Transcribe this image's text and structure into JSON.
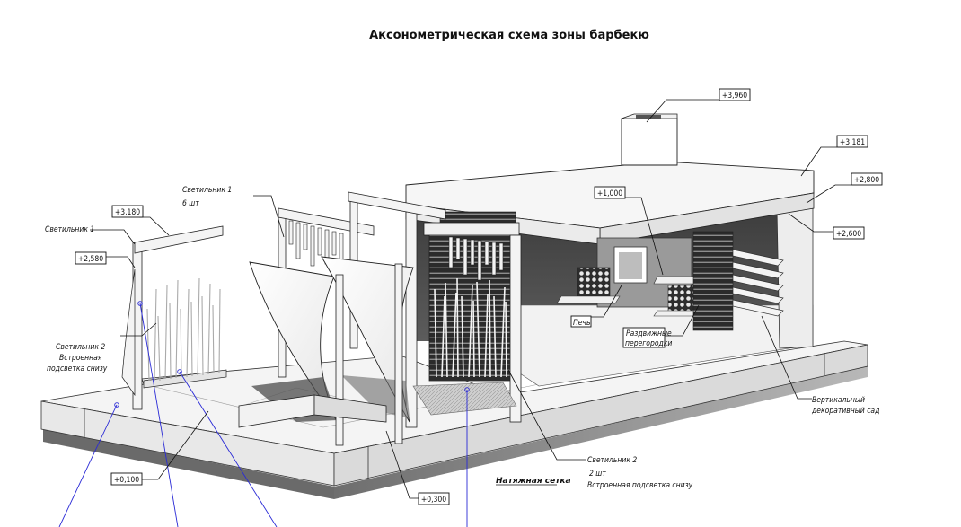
{
  "title": "Аксонометрическая схема зоны барбекю",
  "level_marks": {
    "m3960": "+3,960",
    "m3181": "+3,181",
    "m2800": "+2,800",
    "m2600": "+2,600",
    "m1000": "+1,000",
    "m3180": "+3,180",
    "m2580": "+2,580",
    "m0100": "+0,100",
    "m0300": "+0,300"
  },
  "labels": {
    "lamp1_left": "Светильник 1",
    "lamp1_top": "Светильник 1",
    "lamp1_top_qty": "6 шт",
    "lamp2_left_l1": "Светильник 2",
    "lamp2_left_l2": "Встроенная",
    "lamp2_left_l3": "подсветка снизу",
    "stove": "Печь",
    "partitions_l1": "Раздвижные",
    "partitions_l2": "перегородки",
    "vgarden_l1": "Вертикальный",
    "vgarden_l2": "декоративный сад",
    "lamp2_right": "Светильник 2",
    "lamp2_right_qty": "2 шт",
    "lamp2_right_desc": "Встроенная подсветка снизу",
    "mesh": "Натяжная сетка"
  }
}
